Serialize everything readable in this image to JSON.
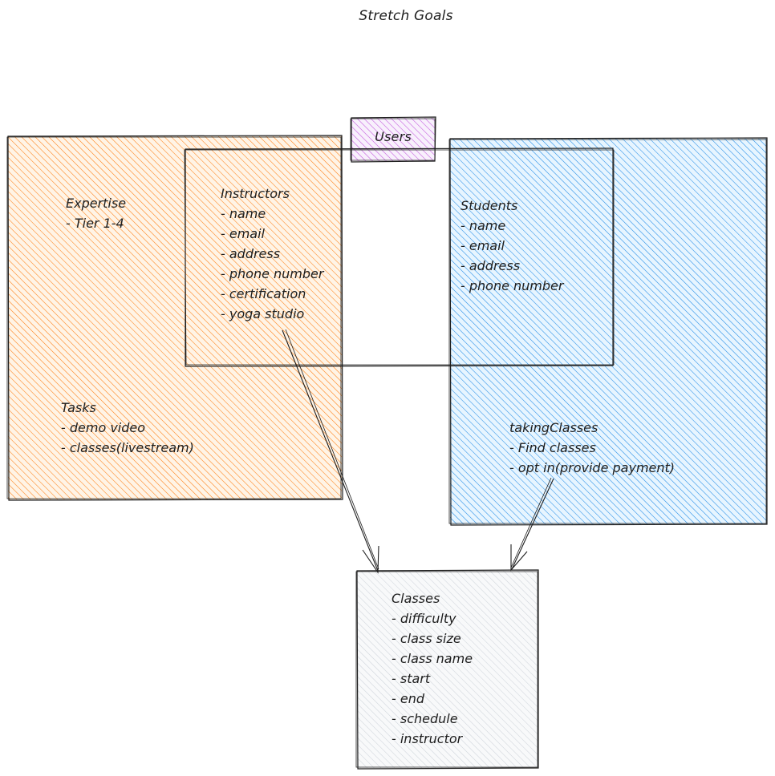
{
  "diagram": {
    "title": "Stretch Goals",
    "users": {
      "label": "Users",
      "fill": "#be4bdb"
    },
    "instructors": {
      "heading": "Instructors",
      "items": [
        "name",
        "email",
        "address",
        "phone number",
        "certification",
        "yoga studio"
      ]
    },
    "students": {
      "heading": "Students",
      "items": [
        "name",
        "email",
        "address",
        "phone number"
      ]
    },
    "expertise": {
      "heading": "Expertise",
      "items": [
        "Tier 1-4"
      ],
      "fill": "#fd7e14"
    },
    "tasks": {
      "heading": "Tasks",
      "items": [
        "demo video",
        "classes(livestream)"
      ]
    },
    "taking_classes": {
      "heading": "takingClasses",
      "items": [
        "Find classes",
        "opt in(provide payment)"
      ],
      "fill": "#228be6"
    },
    "classes": {
      "heading": "Classes",
      "items": [
        "difficulty",
        "class size",
        "class name",
        "start",
        "end",
        "schedule",
        "instructor"
      ],
      "fill": "#ced4da"
    }
  }
}
